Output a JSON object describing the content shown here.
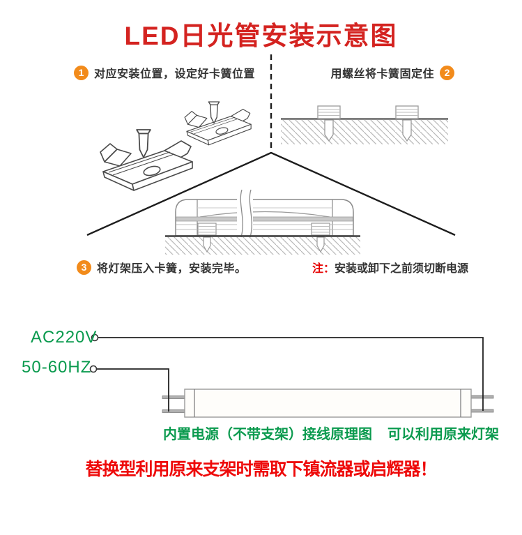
{
  "title": "LED日光管安装示意图",
  "steps": [
    {
      "num": "1",
      "label": "对应安装位置，设定好卡簧位置"
    },
    {
      "num": "2",
      "label": "用螺丝将卡簧固定住"
    },
    {
      "num": "3",
      "label": "将灯架压入卡簧，安装完毕。"
    }
  ],
  "note": {
    "prefix": "注：",
    "text": "安装或卸下之前须切断电源"
  },
  "wiring": {
    "voltage": "AC220V",
    "frequency": "50-60HZ",
    "caption_left": "内置电源（不带支架）接线原理图",
    "caption_right": "可以利用原来灯架"
  },
  "footer": {
    "warning": "替换型利用原来支架时需取下镇流器或启辉器！"
  },
  "colors": {
    "title_red": "#d42320",
    "accent_orange": "#f28b1b",
    "green": "#0a9a4e",
    "note_red": "#e60000",
    "warning_red": "#ee0a0a",
    "text_dark": "#333333"
  }
}
